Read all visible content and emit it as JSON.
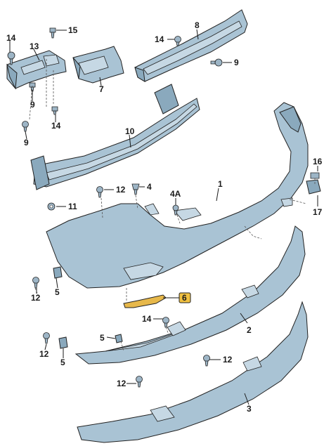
{
  "callouts": {
    "c1": "1",
    "c2": "2",
    "c3": "3",
    "c4": "4",
    "c4a": "4A",
    "c5a": "5",
    "c5b": "5",
    "c5c": "5",
    "c6": "6",
    "c7": "7",
    "c8": "8",
    "c9a": "9",
    "c9b": "9",
    "c9c": "9",
    "c10": "10",
    "c11": "11",
    "c12a": "12",
    "c12b": "12",
    "c12c": "12",
    "c12d": "12",
    "c12e": "12",
    "c13": "13",
    "c14a": "14",
    "c14b": "14",
    "c14c": "14",
    "c14d": "14",
    "c15": "15",
    "c16": "16",
    "c17": "17"
  },
  "colors": {
    "part_fill": "#a9c3d4",
    "highlight": "#e7b84a",
    "line": "#1a1a1a"
  }
}
